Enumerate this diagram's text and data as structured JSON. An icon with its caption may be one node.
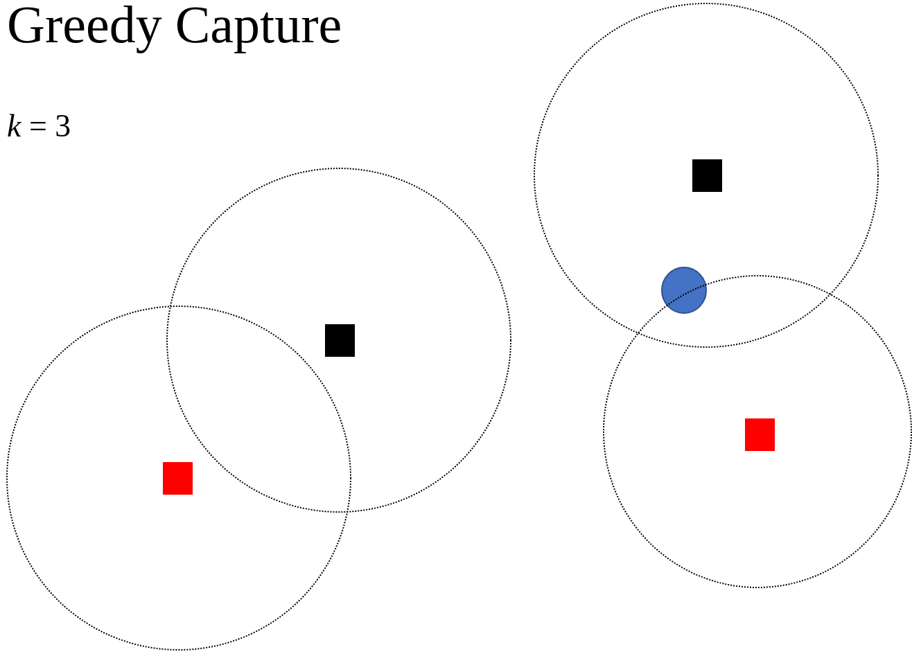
{
  "diagram": {
    "title": "Greedy Capture",
    "nodes": [
      {
        "text": [],
        "shape": "circle"
      },
      {
        "text": [],
        "shape": "box",
        "in": 0
      },
      {
        "text": [],
        "shape": "circle",
        "in": 0
      },
      {
        "text": [],
        "shape": "circle"
      },
      {
        "text": [],
        "shape": "box",
        "in": 3
      },
      {
        "text": [],
        "shape": "circle"
      },
      {
        "text": [],
        "shape": "box",
        "in": 5
      },
      {
        "text": [],
        "shape": "circle"
      },
      {
        "text": [],
        "shape": "box",
        "in": 7
      }
    ],
    "labels": [
      "*k* = 3"
    ]
  }
}
